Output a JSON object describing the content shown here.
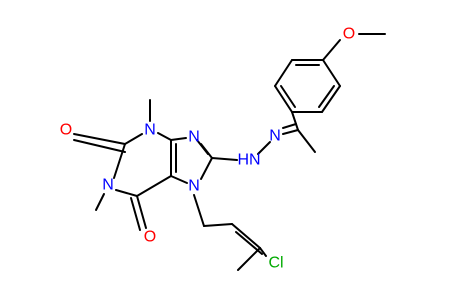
{
  "colors": {
    "carbon_bond": "#000000",
    "nitrogen": "#0000ff",
    "oxygen": "#ff0000",
    "chlorine": "#00aa00"
  },
  "atoms": {
    "o_methoxy": "O",
    "n_hydrazone_imine": "N",
    "n_hydrazone_nh": "HN",
    "n_imidazole_top": "N",
    "n_ring_n3": "N",
    "n_ring_n1": "N",
    "n_imidazole_n7": "N",
    "o_c2": "O",
    "o_c6": "O",
    "cl": "Cl"
  }
}
